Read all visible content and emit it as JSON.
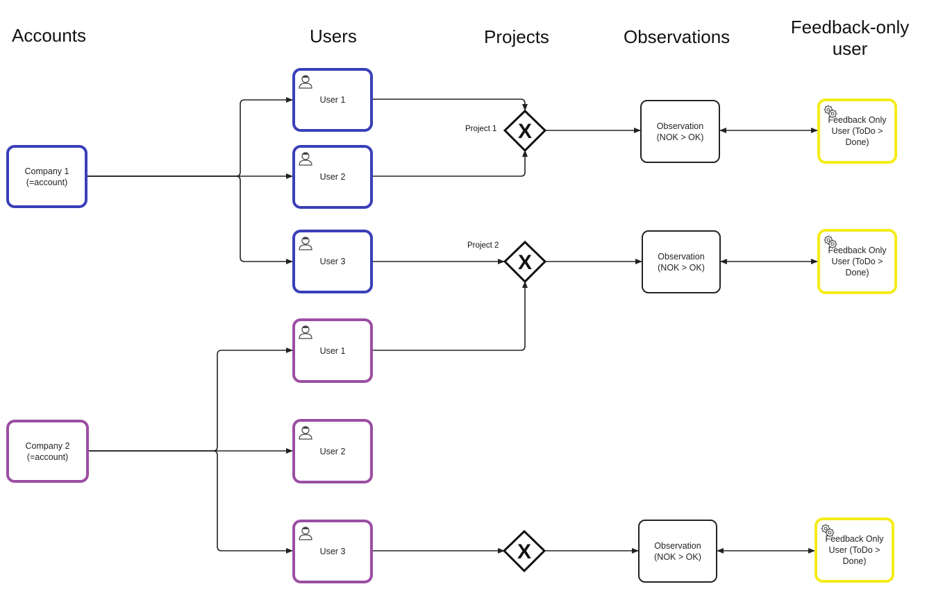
{
  "headers": {
    "accounts": "Accounts",
    "users": "Users",
    "projects": "Projects",
    "observations": "Observations",
    "feedback": "Feedback-only\nuser"
  },
  "accounts": [
    {
      "label": "Company 1\n(=account)",
      "color": "#3a3fb8"
    },
    {
      "label": "Company 2\n(=account)",
      "color": "#9b4ea3"
    }
  ],
  "users": [
    {
      "label": "User 1",
      "icon": "user-icon",
      "company": "Company 1"
    },
    {
      "label": "User 2",
      "icon": "user-icon",
      "company": "Company 1"
    },
    {
      "label": "User 3",
      "icon": "user-icon",
      "company": "Company 1"
    },
    {
      "label": "User 1",
      "icon": "user-icon",
      "company": "Company 2"
    },
    {
      "label": "User 2",
      "icon": "user-icon",
      "company": "Company 2"
    },
    {
      "label": "User 3",
      "icon": "user-icon",
      "company": "Company 2"
    }
  ],
  "gateways": [
    {
      "label": "Project 1",
      "symbol": "X"
    },
    {
      "label": "Project 2",
      "symbol": "X"
    },
    {
      "label": "",
      "symbol": "X"
    }
  ],
  "observations": [
    {
      "label": "Observation\n(NOK > OK)"
    },
    {
      "label": "Observation\n(NOK > OK)"
    },
    {
      "label": "Observation\n(NOK > OK)"
    }
  ],
  "feedback_users": [
    {
      "label": "Feedback Only\nUser (ToDo >\nDone)",
      "icon": "gear-icon"
    },
    {
      "label": "Feedback Only\nUser (ToDo >\nDone)",
      "icon": "gear-icon"
    },
    {
      "label": "Feedback Only\nUser (ToDo >\nDone)",
      "icon": "gear-icon"
    }
  ],
  "colors": {
    "company1": "#3a3fb8",
    "company2": "#9b4ea3",
    "feedback": "#f5ec1a",
    "edge": "#222222"
  }
}
